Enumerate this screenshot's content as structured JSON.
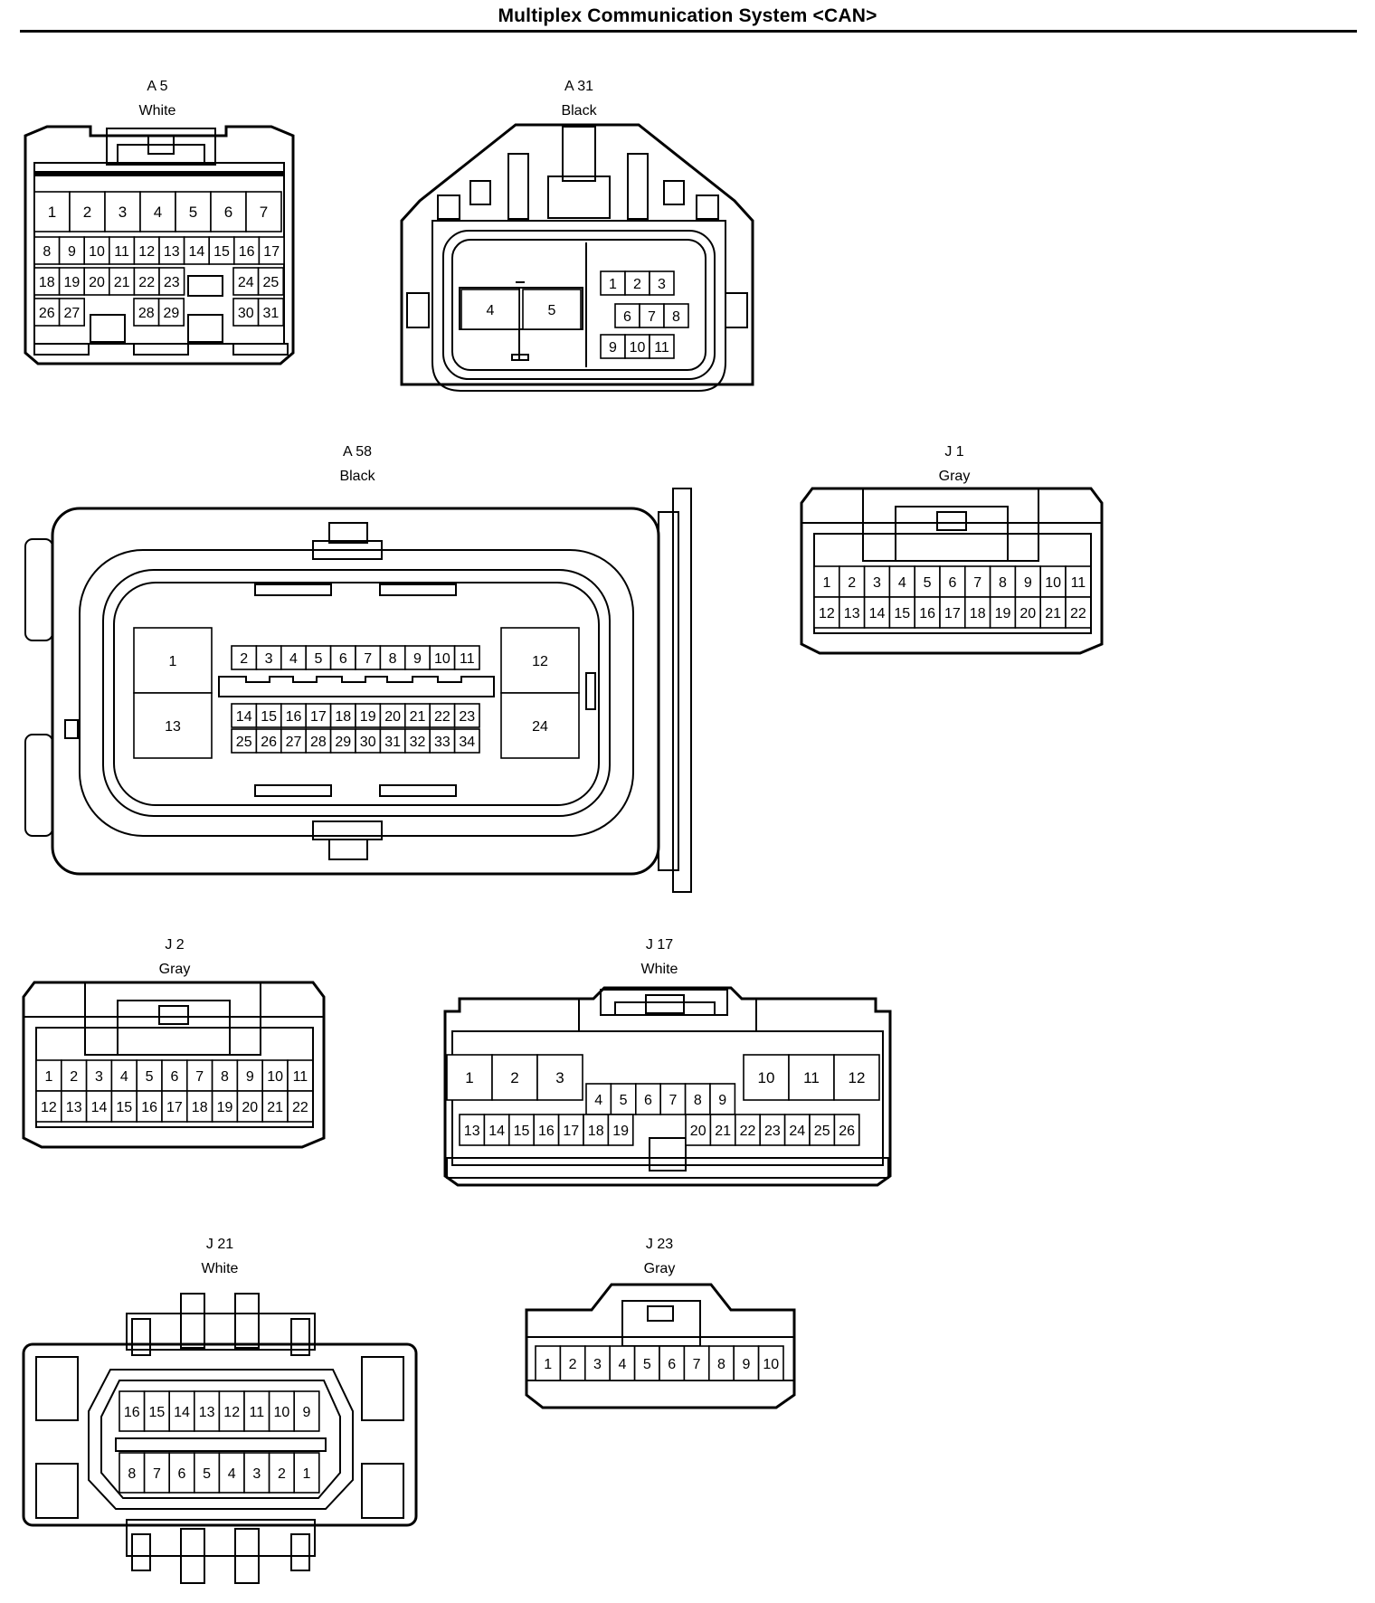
{
  "title": "Multiplex Communication System <CAN>",
  "connectors": [
    {
      "id": "A 5",
      "color": "White"
    },
    {
      "id": "A 31",
      "color": "Black"
    },
    {
      "id": "A 58",
      "color": "Black"
    },
    {
      "id": "J 1",
      "color": "Gray"
    },
    {
      "id": "J 2",
      "color": "Gray"
    },
    {
      "id": "J 17",
      "color": "White"
    },
    {
      "id": "J 21",
      "color": "White"
    },
    {
      "id": "J 23",
      "color": "Gray"
    }
  ],
  "pins": {
    "a5": [
      "1",
      "2",
      "3",
      "4",
      "5",
      "6",
      "7",
      "8",
      "9",
      "10",
      "11",
      "12",
      "13",
      "14",
      "15",
      "16",
      "17",
      "18",
      "19",
      "20",
      "21",
      "22",
      "23",
      "24",
      "25",
      "26",
      "27",
      "28",
      "29",
      "30",
      "31"
    ],
    "a31": [
      "1",
      "2",
      "3",
      "4",
      "5",
      "6",
      "7",
      "8",
      "9",
      "10",
      "11"
    ],
    "a58": [
      "1",
      "2",
      "3",
      "4",
      "5",
      "6",
      "7",
      "8",
      "9",
      "10",
      "11",
      "12",
      "13",
      "14",
      "15",
      "16",
      "17",
      "18",
      "19",
      "20",
      "21",
      "22",
      "23",
      "24",
      "25",
      "26",
      "27",
      "28",
      "29",
      "30",
      "31",
      "32",
      "33",
      "34"
    ],
    "j1": [
      "1",
      "2",
      "3",
      "4",
      "5",
      "6",
      "7",
      "8",
      "9",
      "10",
      "11",
      "12",
      "13",
      "14",
      "15",
      "16",
      "17",
      "18",
      "19",
      "20",
      "21",
      "22"
    ],
    "j2": [
      "1",
      "2",
      "3",
      "4",
      "5",
      "6",
      "7",
      "8",
      "9",
      "10",
      "11",
      "12",
      "13",
      "14",
      "15",
      "16",
      "17",
      "18",
      "19",
      "20",
      "21",
      "22"
    ],
    "j17": [
      "1",
      "2",
      "3",
      "4",
      "5",
      "6",
      "7",
      "8",
      "9",
      "10",
      "11",
      "12",
      "13",
      "14",
      "15",
      "16",
      "17",
      "18",
      "19",
      "20",
      "21",
      "22",
      "23",
      "24",
      "25",
      "26"
    ],
    "j21": [
      "16",
      "15",
      "14",
      "13",
      "12",
      "11",
      "10",
      "9",
      "8",
      "7",
      "6",
      "5",
      "4",
      "3",
      "2",
      "1"
    ],
    "j23": [
      "1",
      "2",
      "3",
      "4",
      "5",
      "6",
      "7",
      "8",
      "9",
      "10"
    ]
  }
}
